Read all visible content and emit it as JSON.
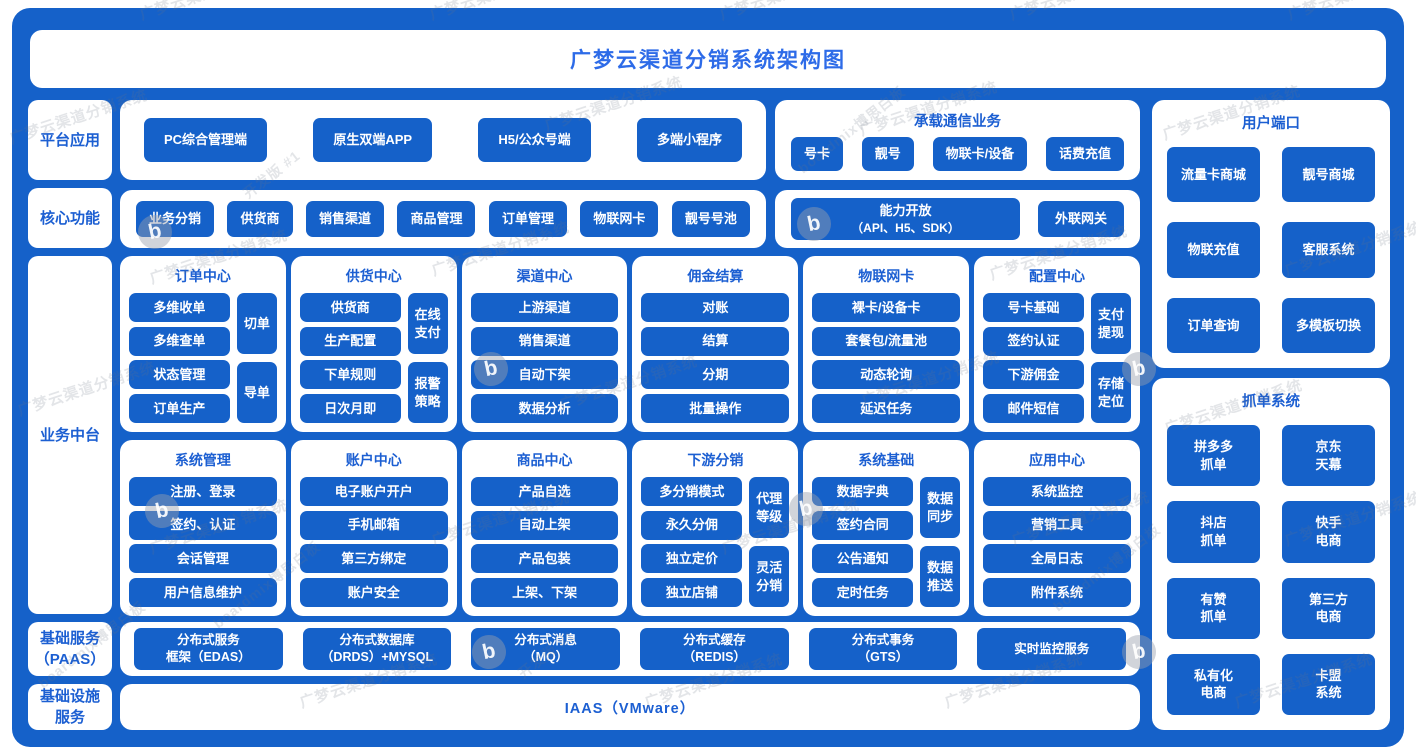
{
  "title": "广梦云渠道分销系统架构图",
  "colors": {
    "primary": "#1561c9",
    "title_text": "#2d6be8",
    "label_text": "#1c5fd2"
  },
  "left_labels": {
    "platform": "平台应用",
    "core": "核心功能",
    "middle": "业务中台",
    "paas": [
      "基础服务",
      "（PAAS）"
    ],
    "infra": [
      "基础设施",
      "服务"
    ]
  },
  "platform_row": {
    "items": [
      "PC综合管理端",
      "原生双端APP",
      "H5/公众号端",
      "多端小程序"
    ]
  },
  "telecom": {
    "title": "承载通信业务",
    "items": [
      "号卡",
      "靓号",
      "物联卡/设备",
      "话费充值"
    ]
  },
  "user_portal": {
    "title": "用户端口",
    "items": [
      "流量卡商城",
      "靓号商城",
      "物联充值",
      "客服系统",
      "订单查询",
      "多模板切换"
    ]
  },
  "core_row": {
    "items": [
      "业务分销",
      "供货商",
      "销售渠道",
      "商品管理",
      "订单管理",
      "物联网卡",
      "靓号号池"
    ]
  },
  "capability": {
    "open": [
      "能力开放",
      "（API、H5、SDK）"
    ],
    "gateway": "外联网关"
  },
  "centers_row1": [
    {
      "title": "订单中心",
      "items": [
        "多维收单",
        "多维查单",
        "状态管理",
        "订单生产"
      ],
      "side": [
        "切单",
        "导单"
      ]
    },
    {
      "title": "供货中心",
      "items": [
        "供货商",
        "生产配置",
        "下单规则",
        "日次月即"
      ],
      "side": [
        "在线支付",
        "报警策略"
      ]
    },
    {
      "title": "渠道中心",
      "items": [
        "上游渠道",
        "销售渠道",
        "自动下架",
        "数据分析"
      ]
    },
    {
      "title": "佣金结算",
      "items": [
        "对账",
        "结算",
        "分期",
        "批量操作"
      ]
    },
    {
      "title": "物联网卡",
      "items": [
        "裸卡/设备卡",
        "套餐包/流量池",
        "动态轮询",
        "延迟任务"
      ]
    },
    {
      "title": "配置中心",
      "items": [
        "号卡基础",
        "签约认证",
        "下游佣金",
        "邮件短信"
      ],
      "side": [
        "支付提现",
        "存储定位"
      ]
    }
  ],
  "centers_row2": [
    {
      "title": "系统管理",
      "items": [
        "注册、登录",
        "签约、认证",
        "会话管理",
        "用户信息维护"
      ]
    },
    {
      "title": "账户中心",
      "items": [
        "电子账户开户",
        "手机邮箱",
        "第三方绑定",
        "账户安全"
      ]
    },
    {
      "title": "商品中心",
      "items": [
        "产品自选",
        "自动上架",
        "产品包装",
        "上架、下架"
      ]
    },
    {
      "title": "下游分销",
      "items": [
        "多分销模式",
        "永久分佣",
        "独立定价",
        "独立店铺"
      ],
      "side": [
        "代理等级",
        "灵活分销"
      ]
    },
    {
      "title": "系统基础",
      "items": [
        "数据字典",
        "签约合同",
        "公告通知",
        "定时任务"
      ],
      "side": [
        "数据同步",
        "数据推送"
      ]
    },
    {
      "title": "应用中心",
      "items": [
        "系统监控",
        "营销工具",
        "全局日志",
        "附件系统"
      ]
    }
  ],
  "grab_system": {
    "title": "抓单系统",
    "items": [
      [
        "拼多多",
        "抓单"
      ],
      [
        "京东",
        "天幕"
      ],
      [
        "抖店",
        "抓单"
      ],
      [
        "快手",
        "电商"
      ],
      [
        "有赞",
        "抓单"
      ],
      [
        "第三方",
        "电商"
      ],
      [
        "私有化",
        "电商"
      ],
      [
        "卡盟",
        "系统"
      ]
    ]
  },
  "paas": {
    "items": [
      [
        "分布式服务",
        "框架（EDAS）"
      ],
      [
        "分布式数据库",
        "（DRDS）+MYSQL"
      ],
      [
        "分布式消息",
        "（MQ）"
      ],
      [
        "分布式缓存",
        "（REDIS）"
      ],
      [
        "分布式事务",
        "（GTS）"
      ],
      [
        "实时监控服务"
      ]
    ]
  },
  "iaas": {
    "label": "IAAS（VMware）"
  },
  "watermark": {
    "brand": "广梦云渠道分销系统",
    "tool": "boardmix博思白板",
    "edition": "开发版 #1",
    "logo_letter": "b"
  }
}
